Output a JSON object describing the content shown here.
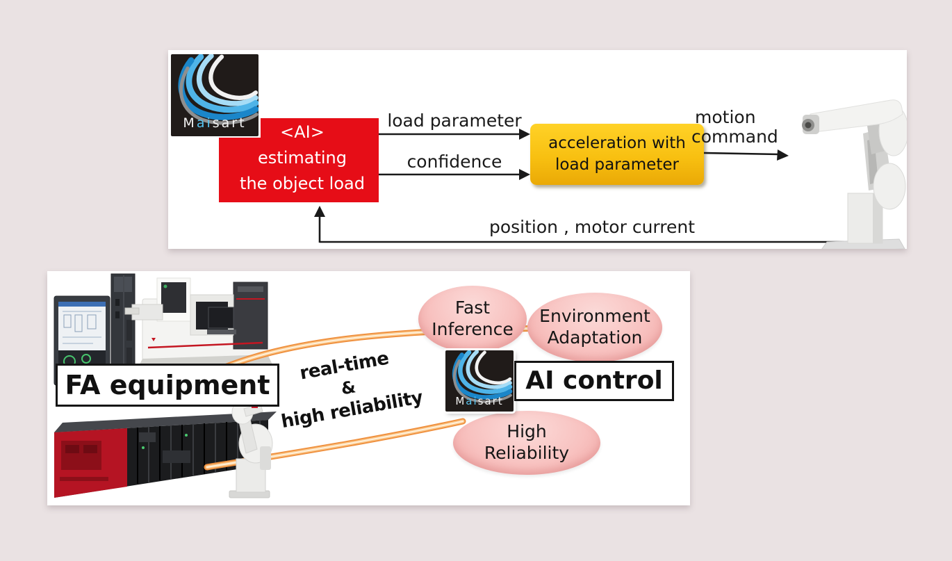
{
  "brand": {
    "m": "M",
    "ai": "ai",
    "sart": "sart"
  },
  "top": {
    "ai_box": {
      "line1": "<AI>",
      "line2": "estimating",
      "line3": "the object load"
    },
    "labels": {
      "load_parameter": "load parameter",
      "confidence": "confidence",
      "motion_line1": "motion",
      "motion_line2": "command",
      "feedback": "position , motor current"
    },
    "accel_box": {
      "line1": "acceleration with",
      "line2": "load parameter"
    }
  },
  "bottom": {
    "fa_label": "FA equipment",
    "ai_label": "AI control",
    "link": {
      "line1": "real-time",
      "line2": "&",
      "line3": "high reliability"
    },
    "bubbles": {
      "fast": {
        "line1": "Fast",
        "line2": "Inference"
      },
      "environment": {
        "line1": "Environment",
        "line2": "Adaptation"
      },
      "high": {
        "line1": "High",
        "line2": "Reliability"
      }
    }
  },
  "colors": {
    "background": "#eae2e3",
    "panel": "#ffffff",
    "ai_box_red": "#e60d17",
    "accel_yellow": "#f6bd0c",
    "swoosh_orange": "#ef9140",
    "bubble_pink": "#f5b4b2",
    "logo_blue": "#4fb4e8",
    "text": "#1a1a1a"
  }
}
